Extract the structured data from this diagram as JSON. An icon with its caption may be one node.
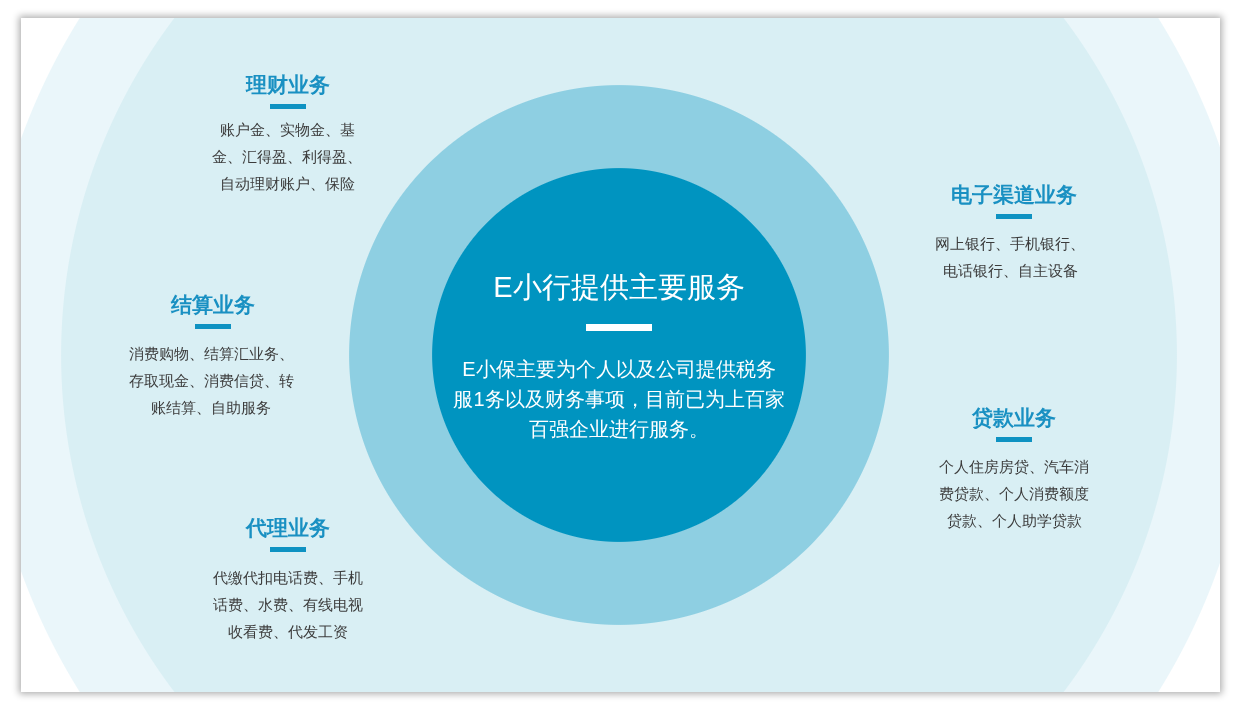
{
  "diagram": {
    "nodes": [
      {
        "text": [],
        "shape": "circle"
      },
      {
        "text": [],
        "shape": "circle",
        "in": 0
      },
      {
        "text": [],
        "shape": "circle",
        "in": 1
      },
      {
        "text": [
          "E小行提供主要服务",
          "E小保主要为个人以及公司提供税务服1务以及财务事项，目前已为上百家百强企业进行服务。"
        ],
        "in": 2
      }
    ],
    "labels": [
      "理财业务",
      "账户金、实物金、基金、汇得盈、利得盈、自动理财账户、保险",
      "电子渠道业务",
      "网上银行、手机银行、电话银行、自主设备",
      "结算业务",
      "消费购物、结算汇业务、存取现金、消费信贷、转账结算、自助服务",
      "贷款业务",
      "个人住房房贷、汽车消费贷款、个人消费额度贷款、个人助学贷款",
      "代理业务",
      "代缴代扣电话费、手机话费、水费、有线电视收看费、代发工资"
    ]
  }
}
